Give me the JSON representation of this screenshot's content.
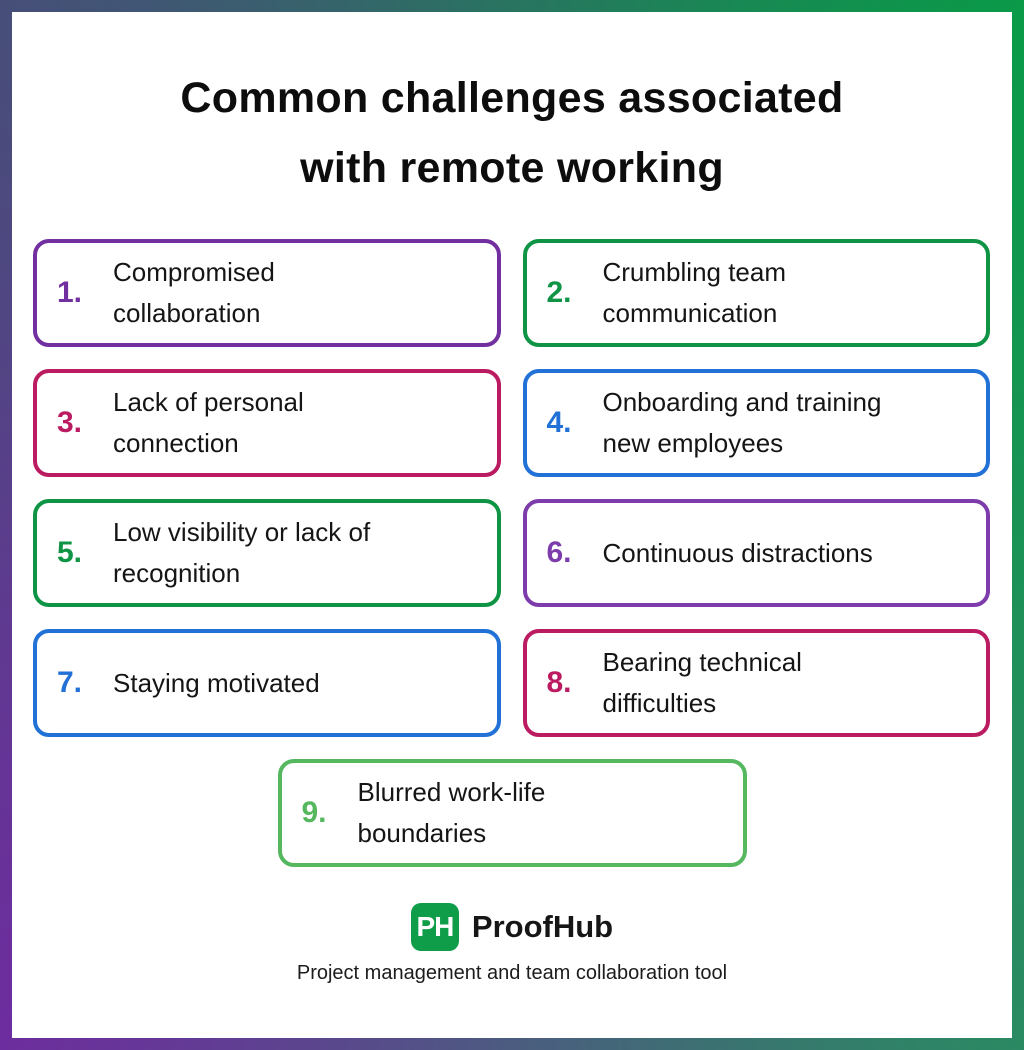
{
  "title": {
    "line1": "Common challenges associated",
    "line2": "with remote working"
  },
  "challenges": [
    {
      "number": "1.",
      "label": "Compromised collaboration",
      "lines": [
        "Compromised",
        "collaboration"
      ],
      "color": "#722f9f"
    },
    {
      "number": "2.",
      "label": "Crumbling team communication",
      "lines": [
        "Crumbling team",
        "communication"
      ],
      "color": "#0e9444"
    },
    {
      "number": "3.",
      "label": "Lack of personal connection",
      "lines": [
        "Lack of personal",
        "connection"
      ],
      "color": "#bb1b60"
    },
    {
      "number": "4.",
      "label": "Onboarding and training new employees",
      "lines": [
        "Onboarding and training",
        "new employees"
      ],
      "color": "#2171d6"
    },
    {
      "number": "5.",
      "label": "Low visibility or lack of recognition",
      "lines": [
        "Low visibility or lack of",
        "recognition"
      ],
      "color": "#0e9444"
    },
    {
      "number": "6.",
      "label": "Continuous distractions",
      "lines": [
        "Continuous distractions"
      ],
      "color": "#7d3cab"
    },
    {
      "number": "7.",
      "label": "Staying motivated",
      "lines": [
        "Staying motivated"
      ],
      "color": "#2171d6"
    },
    {
      "number": "8.",
      "label": "Bearing technical difficulties",
      "lines": [
        "Bearing technical",
        "difficulties"
      ],
      "color": "#bb1b60"
    },
    {
      "number": "9.",
      "label": "Blurred work-life boundaries",
      "lines": [
        "Blurred work-life",
        "boundaries"
      ],
      "color": "#55b75e"
    }
  ],
  "footer": {
    "logo_badge": "PH",
    "logo_text": "ProofHub",
    "logo_color": "#0f9d49",
    "tagline": "Project management and team collaboration tool"
  },
  "frame": {
    "corner_top_left": "#474e79",
    "corner_top_right": "#0a9a48",
    "corner_bottom_right": "#2a8a62",
    "corner_bottom_left": "#6d2d9e"
  }
}
